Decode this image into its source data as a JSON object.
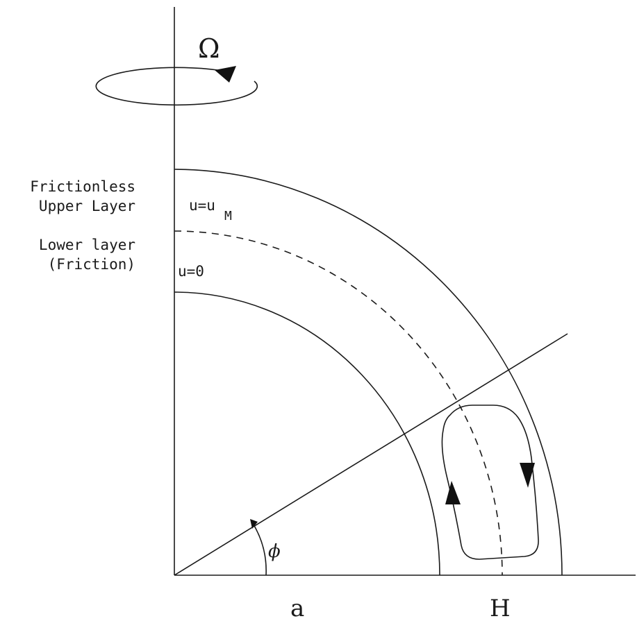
{
  "labels": {
    "omega": "Ω",
    "upper_layer_line1": "Frictionless",
    "upper_layer_line2": "Upper Layer",
    "lower_layer_line1": "Lower layer",
    "lower_layer_line2": "(Friction)",
    "u_top_main": "u=u",
    "u_top_sub": "M",
    "u_bottom": "u=0",
    "phi": "ϕ",
    "a": "a",
    "H": "H"
  }
}
